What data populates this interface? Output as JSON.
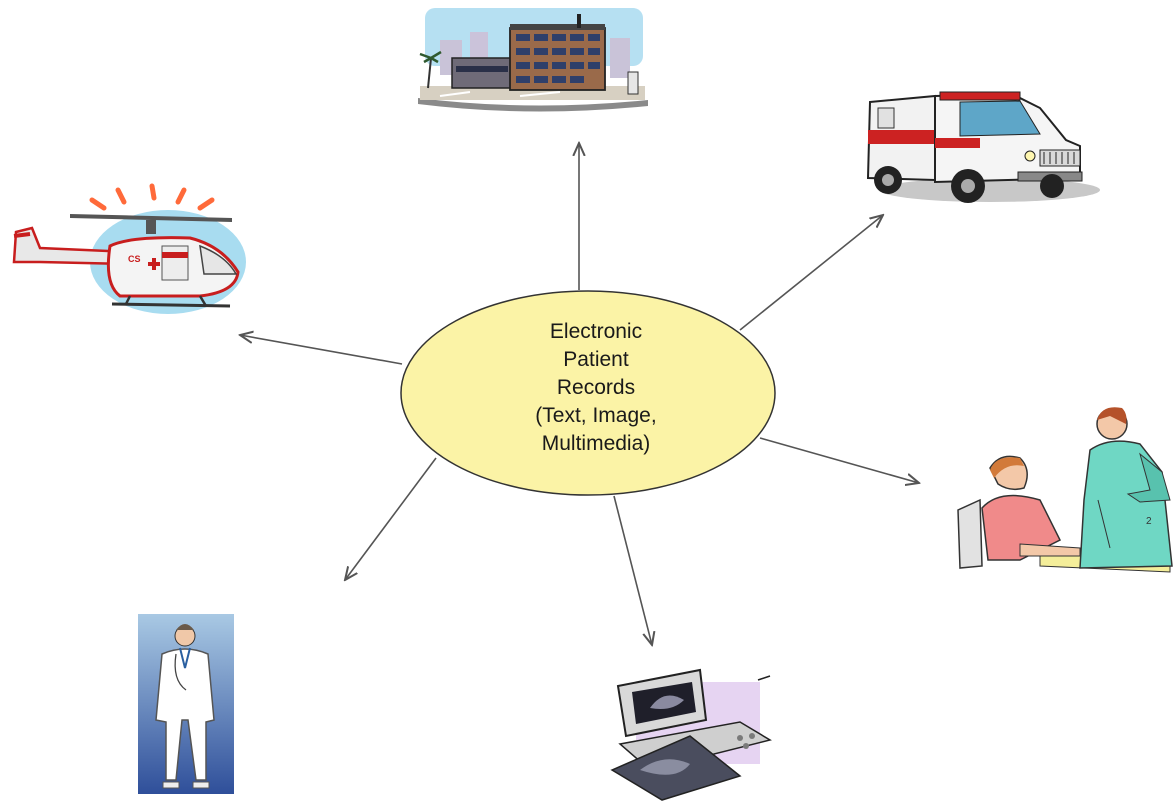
{
  "center": {
    "lines": [
      "Electronic",
      "Patient",
      "Records",
      "(Text, Image,",
      "Multimedia)"
    ],
    "fill": "#fbf3a6",
    "stroke": "#333333"
  },
  "nodes": [
    {
      "name": "hospital-building",
      "icon": "hospital-building-icon"
    },
    {
      "name": "ambulance",
      "icon": "ambulance-icon"
    },
    {
      "name": "nurse-and-patient",
      "icon": "nurse-patient-icon"
    },
    {
      "name": "ultrasound-imaging",
      "icon": "ultrasound-scanner-icon"
    },
    {
      "name": "doctor",
      "icon": "doctor-icon"
    },
    {
      "name": "air-ambulance-helicopter",
      "icon": "helicopter-icon"
    }
  ],
  "colors": {
    "arrow": "#555555",
    "ambulance_red": "#cc2222",
    "helicopter_red": "#c81e1e",
    "sky": "#a8dcf0"
  }
}
